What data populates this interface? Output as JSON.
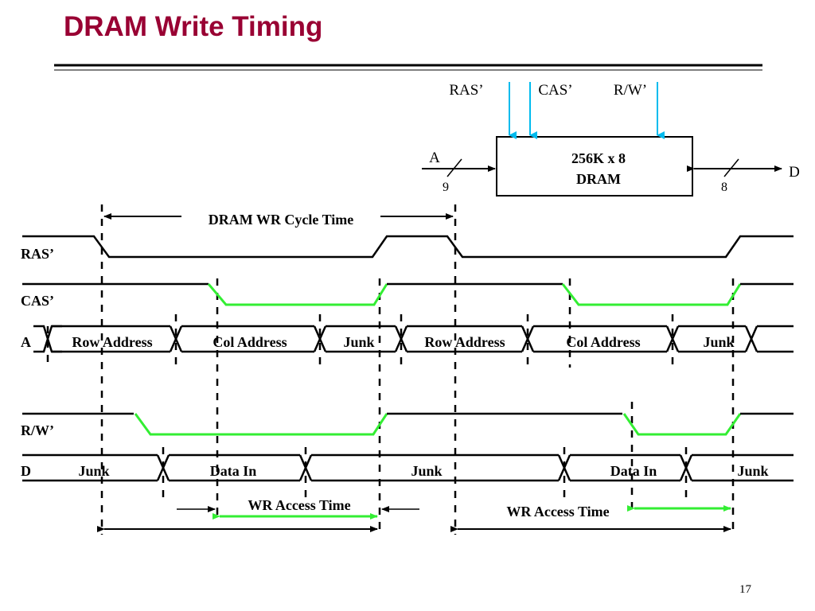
{
  "title": "DRAM Write Timing",
  "page_number": "17",
  "colors": {
    "title": "#990033",
    "control_arrow": "#00bbee",
    "active_low": "#33ee33",
    "line": "#000000"
  },
  "block": {
    "line1": "256K x 8",
    "line2": "DRAM",
    "inputs": [
      "RAS’",
      "CAS’",
      "R/W’"
    ],
    "address_label": "A",
    "address_width": "9",
    "data_label": "D",
    "data_width": "8"
  },
  "signals": {
    "ras": "RAS’",
    "cas": "CAS’",
    "addr": "A",
    "rw": "R/W’",
    "data": "D"
  },
  "addr_bus": {
    "first": [
      "Row Address",
      "Col Address",
      "Junk"
    ],
    "second": [
      "Row Address",
      "Col Address",
      "Junk"
    ]
  },
  "data_bus": {
    "labels": [
      "Junk",
      "Data In",
      "Junk",
      "Data In",
      "Junk"
    ]
  },
  "annotations": {
    "cycle_time": "DRAM WR Cycle Time",
    "access_time_1": "WR Access Time",
    "access_time_2": "WR Access Time"
  }
}
